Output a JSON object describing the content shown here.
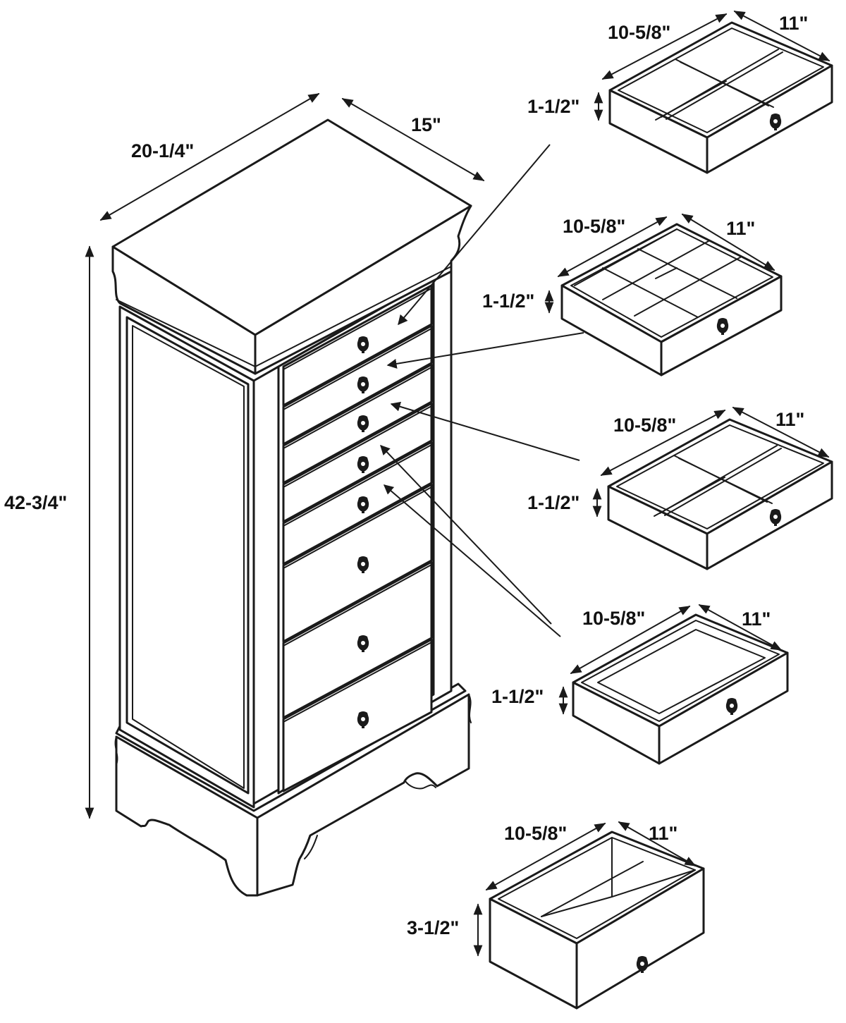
{
  "cabinet": {
    "width": "20-1/4\"",
    "depth": "15\"",
    "height": "42-3/4\""
  },
  "drawers": [
    {
      "id": "drawer-1",
      "width": "10-5/8\"",
      "depth": "11\"",
      "height": "1-1/2\"",
      "compartments": 4
    },
    {
      "id": "drawer-2",
      "width": "10-5/8\"",
      "depth": "11\"",
      "height": "1-1/2\"",
      "compartments": 12
    },
    {
      "id": "drawer-3",
      "width": "10-5/8\"",
      "depth": "11\"",
      "height": "1-1/2\"",
      "compartments": 4
    },
    {
      "id": "drawer-4",
      "width": "10-5/8\"",
      "depth": "11\"",
      "height": "1-1/2\"",
      "compartments": 1
    },
    {
      "id": "drawer-5",
      "width": "10-5/8\"",
      "depth": "11\"",
      "height": "3-1/2\"",
      "compartments": 1
    }
  ]
}
